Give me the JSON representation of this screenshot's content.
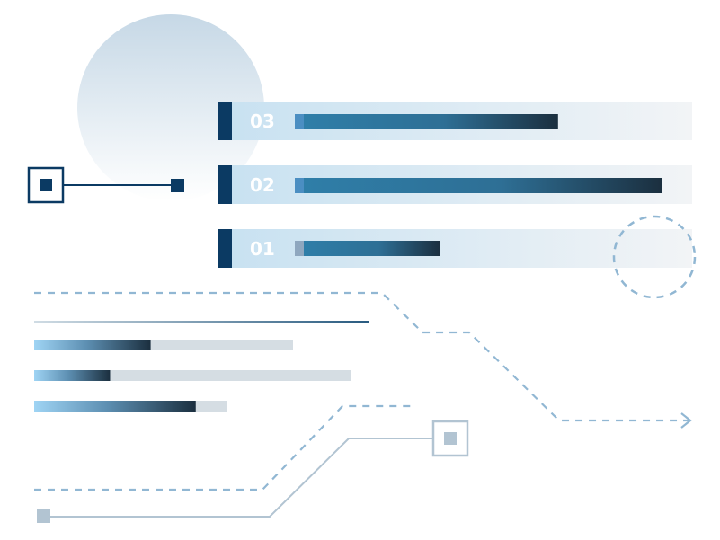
{
  "rows": [
    {
      "label": "03",
      "value": 0.56
    },
    {
      "label": "02",
      "value": 0.79
    },
    {
      "label": "01",
      "value": 0.3
    }
  ],
  "lower_bars": [
    {
      "fill": 0.45
    },
    {
      "fill": 0.24
    },
    {
      "fill": 0.84
    }
  ],
  "colors": {
    "accent_dark": "#0b3a63",
    "accent_mid": "#2f7ea8",
    "accent_light": "#9fd4f4",
    "row_bg_start": "#c7e1f1",
    "row_bg_end": "#eef2f5",
    "track": "#d5dde3",
    "dashed": "#91b7d3",
    "connector": "#b2c4d2",
    "dark_fill": "#1b2f3f",
    "label_text": "#ffffff"
  },
  "icons": {
    "top_left_node": "square-node-icon",
    "top_endpoint": "square-endpoint-icon",
    "bottom_right_node": "square-node-outline-icon",
    "bottom_left_endpoint": "square-endpoint-light-icon",
    "arrow": "chevron-right-icon"
  }
}
